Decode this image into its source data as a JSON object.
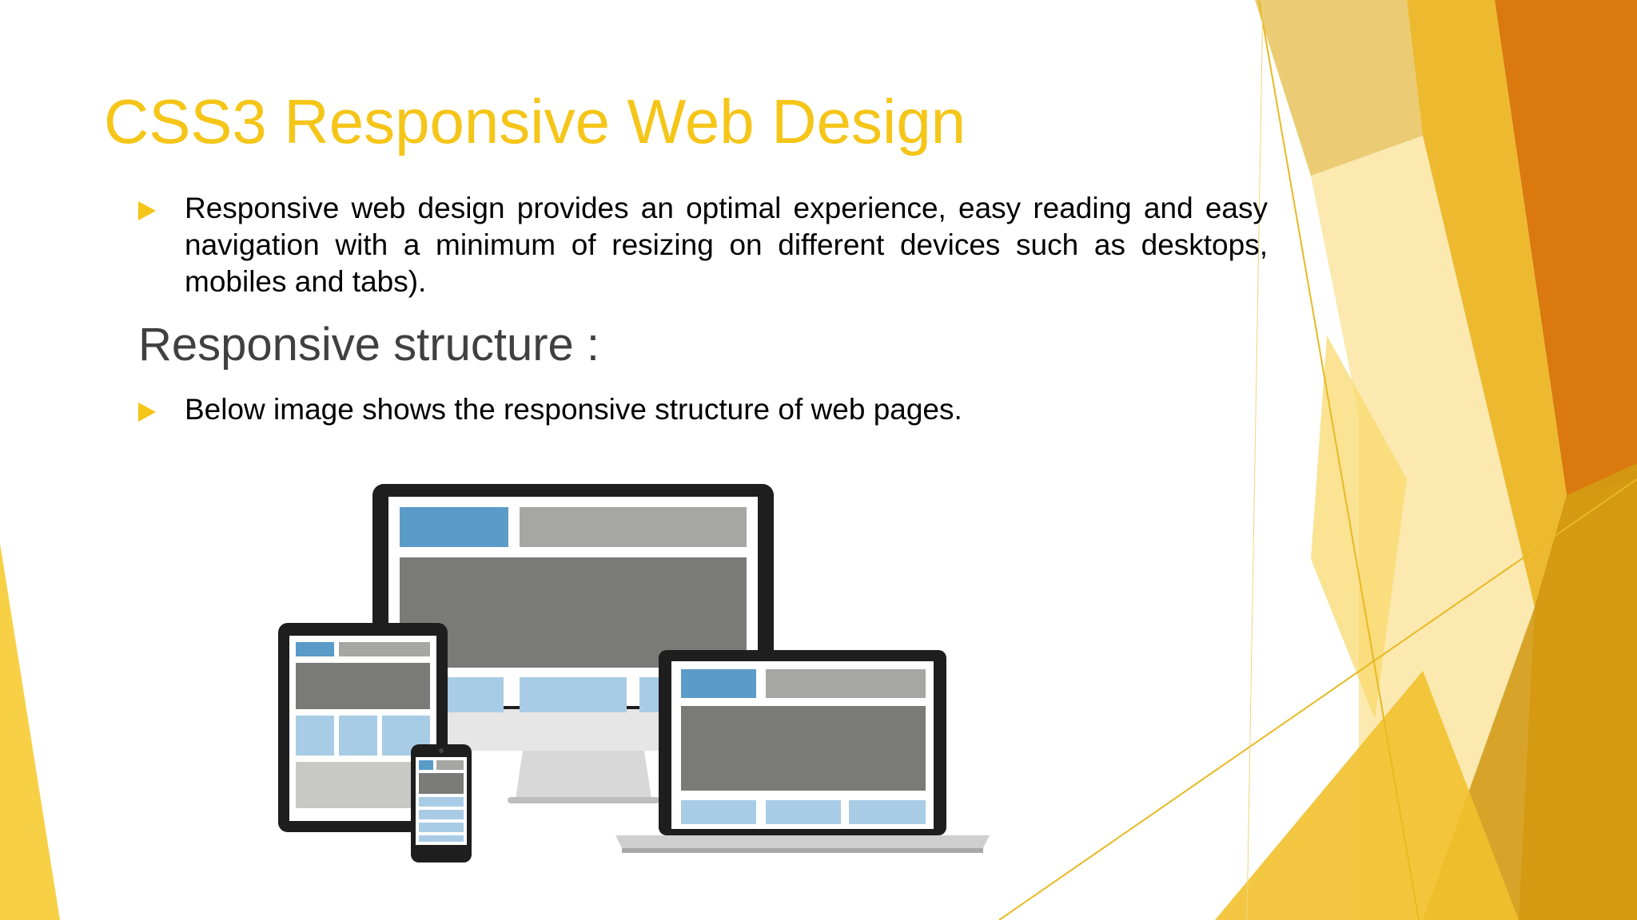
{
  "slide": {
    "title": "CSS3 Responsive Web Design",
    "bullets": [
      "Responsive web design provides an optimal experience, easy reading and easy navigation with a minimum of resizing on different devices such as desktops, mobiles and tabs).",
      "Below image shows the responsive structure of web pages."
    ],
    "subheading": "Responsive structure :"
  },
  "figure": {
    "devices": [
      "desktop-monitor",
      "tablet",
      "smartphone",
      "laptop"
    ]
  },
  "colors": {
    "title": "#F5C518",
    "bullet_marker": "#F5C518",
    "subheading": "#404040",
    "body_text": "#000000",
    "accent_orange": "#D9790E",
    "accent_gold": "#E8B923",
    "accent_yellow": "#F7D046",
    "wire_block_blue": "#5B9BC8",
    "wire_block_light_blue": "#A9CCE6",
    "wire_block_gray": "#A6A7A3",
    "wire_block_dark_gray": "#7A7A78",
    "device_frame": "#1E1E1E"
  },
  "icons": [
    "triangle-bullet-icon"
  ]
}
